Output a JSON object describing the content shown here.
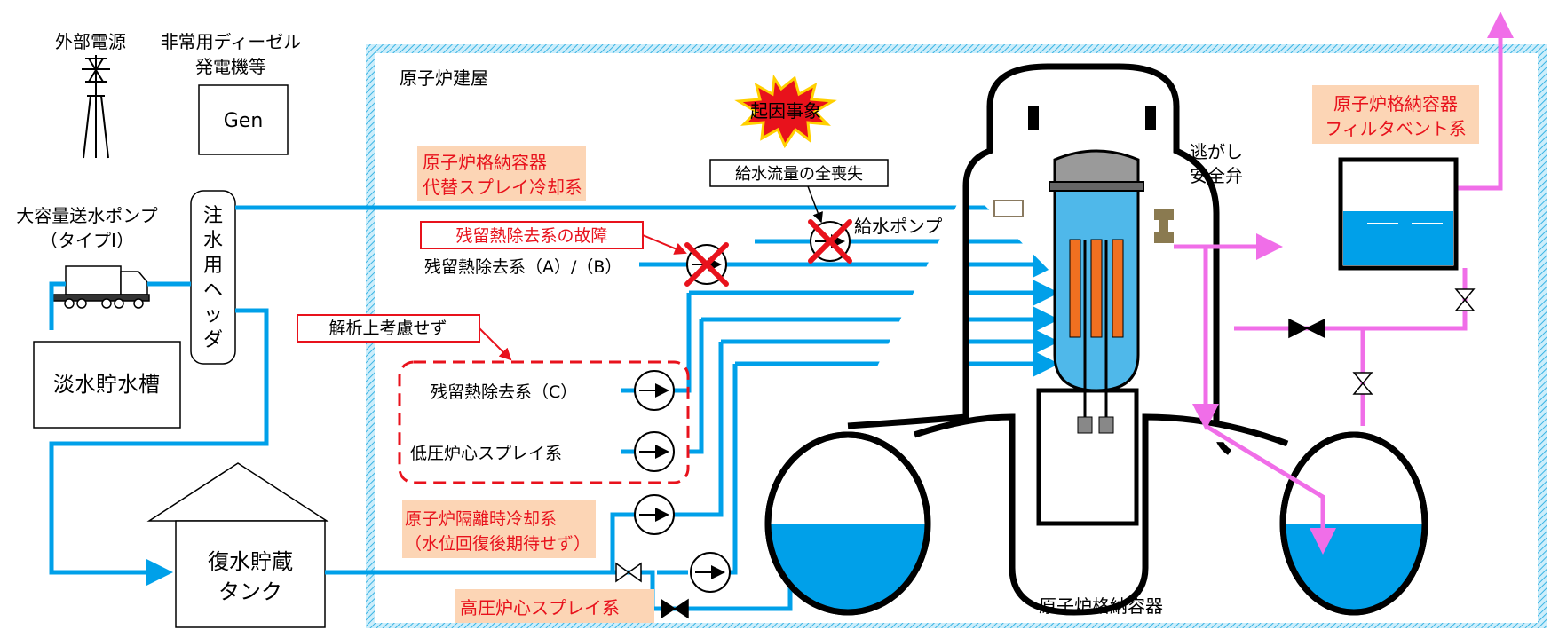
{
  "labels": {
    "external_power": "外部電源",
    "diesel_line1": "非常用ディーゼル",
    "diesel_line2": "発電機等",
    "gen": "Gen",
    "pump_truck_line1": "大容量送水ポンプ",
    "pump_truck_line2": "（タイプI）",
    "header": [
      "注",
      "水",
      "用",
      "ヘ",
      "ッ",
      "ダ"
    ],
    "freshwater_tank": "淡水貯水槽",
    "condensate_tank_line1": "復水貯蔵",
    "condensate_tank_line2": "タンク",
    "reactor_building": "原子炉建屋",
    "initiating_event": "起因事象",
    "feedwater_loss": "給水流量の全喪失",
    "feedwater_pump": "給水ポンプ",
    "alt_spray_line1": "原子炉格納容器",
    "alt_spray_line2": "代替スプレイ冷却系",
    "rhr_failure": "残留熱除去系の故障",
    "rhr_ab": "残留熱除去系（A）/（B）",
    "not_considered": "解析上考慮せず",
    "rhr_c": "残留熱除去系（C）",
    "lpcs": "低圧炉心スプレイ系",
    "rcic_line1": "原子炉隔離時冷却系",
    "rcic_line2": "（水位回復後期待せず）",
    "hpcs": "高圧炉心スプレイ系",
    "srv_line1": "逃がし",
    "srv_line2": "安全弁",
    "filter_vent_line1": "原子炉格納容器",
    "filter_vent_line2": "フィルタベント系",
    "containment": "原子炉格納容器"
  },
  "colors": {
    "water": "#00a0e9",
    "vent": "#f06ee8",
    "highlight": "#fcd5b5",
    "alert": "#e8121c",
    "fuel": "#f07020"
  }
}
